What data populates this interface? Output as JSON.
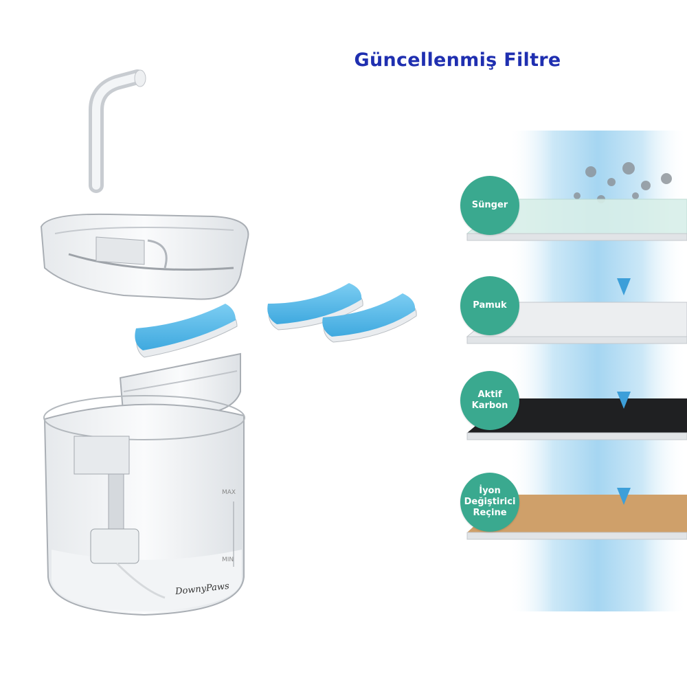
{
  "title": "Güncellenmiş Filtre",
  "product": {
    "brand": "DownyPaws",
    "marks": {
      "max": "MAX",
      "min": "MIN"
    }
  },
  "filter_layers": [
    {
      "label": "Sünger",
      "color": "#3aa98f"
    },
    {
      "label": "Pamuk",
      "color": "#3aa98f"
    },
    {
      "label": "Aktif\nKarbon",
      "color": "#3aa98f"
    },
    {
      "label": "İyon\nDeğiştirici\nReçine",
      "color": "#3aa98f"
    }
  ],
  "colors": {
    "title": "#1f2fb0",
    "badge": "#3aa98f",
    "sponge": "#4fb8e8",
    "water": "#9fd3ef"
  }
}
